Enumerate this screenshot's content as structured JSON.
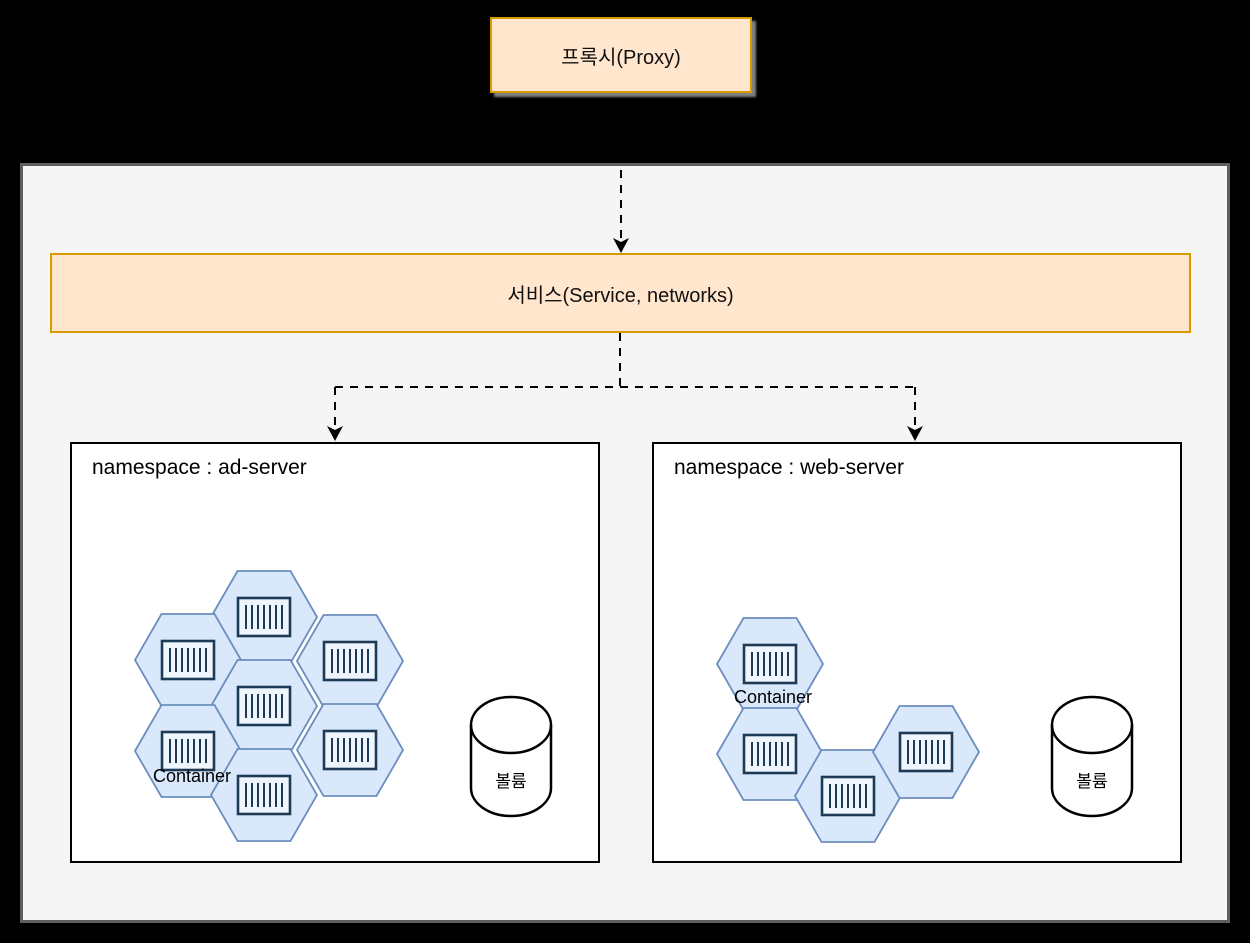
{
  "diagram": {
    "proxy_label": "프록시(Proxy)",
    "service_label": "서비스(Service, networks)",
    "namespaces": [
      {
        "title": "namespace : ad-server",
        "container_label": "Container",
        "volume_label": "볼륨",
        "pod_count": 7
      },
      {
        "title": "namespace : web-server",
        "container_label": "Container",
        "volume_label": "볼륨",
        "pod_count": 4
      }
    ],
    "colors": {
      "canvas_bg": "#000000",
      "cluster_bg": "#f5f5f5",
      "cluster_border": "#5f5f5f",
      "node_fill": "#ffe6cc",
      "node_border": "#d79b00",
      "namespace_fill": "#ffffff",
      "namespace_border": "#000000",
      "hexagon_fill": "#dae8fc",
      "hexagon_border": "#6c8ebf",
      "container_icon_stroke": "#1d3a56",
      "arrow_color": "#000000"
    }
  }
}
